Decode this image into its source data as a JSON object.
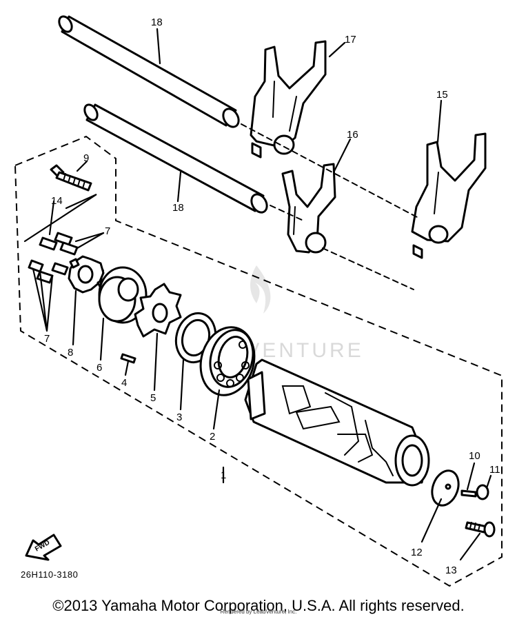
{
  "diagram_code": "26H110-3180",
  "fwd_label": "FWD",
  "watermark": "LEADVENTURE",
  "copyright": "©2013 Yamaha Motor Corporation, U.S.A. All rights reserved.",
  "rendered_by": "Rendered by LeadVenture, Inc.",
  "callouts": {
    "c1": "1",
    "c2": "2",
    "c3": "3",
    "c4": "4",
    "c5": "5",
    "c6": "6",
    "c7a": "7",
    "c7b": "7",
    "c8": "8",
    "c9": "9",
    "c10": "10",
    "c11": "11",
    "c12": "12",
    "c13": "13",
    "c14": "14",
    "c15": "15",
    "c16": "16",
    "c17": "17",
    "c18a": "18",
    "c18b": "18"
  }
}
